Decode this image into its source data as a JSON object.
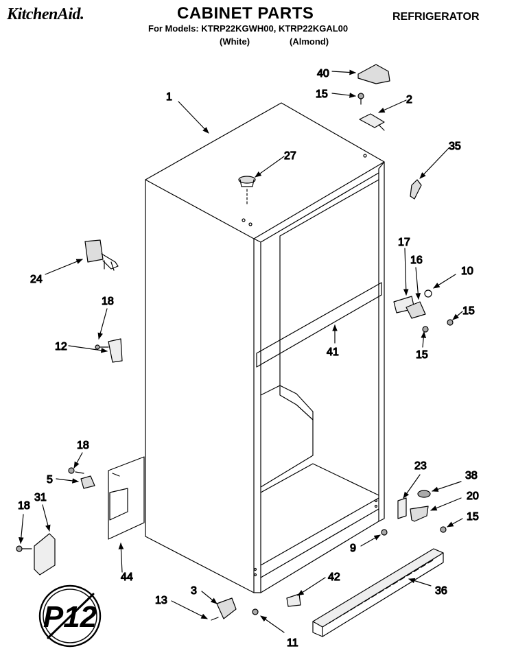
{
  "header": {
    "brand": "KitchenAid.",
    "title": "CABINET PARTS",
    "category": "REFRIGERATOR",
    "models_line": "For Models: KTRP22KGWH00, KTRP22KGAL00",
    "variant_white": "(White)",
    "variant_almond": "(Almond)"
  },
  "callouts": {
    "c1": "1",
    "c2": "2",
    "c3": "3",
    "c5": "5",
    "c9": "9",
    "c10": "10",
    "c11": "11",
    "c12": "12",
    "c13": "13",
    "c15a": "15",
    "c15b": "15",
    "c15c": "15",
    "c15d": "15",
    "c16": "16",
    "c17": "17",
    "c18a": "18",
    "c18b": "18",
    "c18c": "18",
    "c20": "20",
    "c23": "23",
    "c24": "24",
    "c27": "27",
    "c31": "31",
    "c35": "35",
    "c36": "36",
    "c38": "38",
    "c40": "40",
    "c41": "41",
    "c42": "42",
    "c44": "44"
  },
  "stamp": {
    "text": "P12"
  },
  "colors": {
    "line": "#000000",
    "shade": "#cccccc",
    "background": "#ffffff"
  }
}
